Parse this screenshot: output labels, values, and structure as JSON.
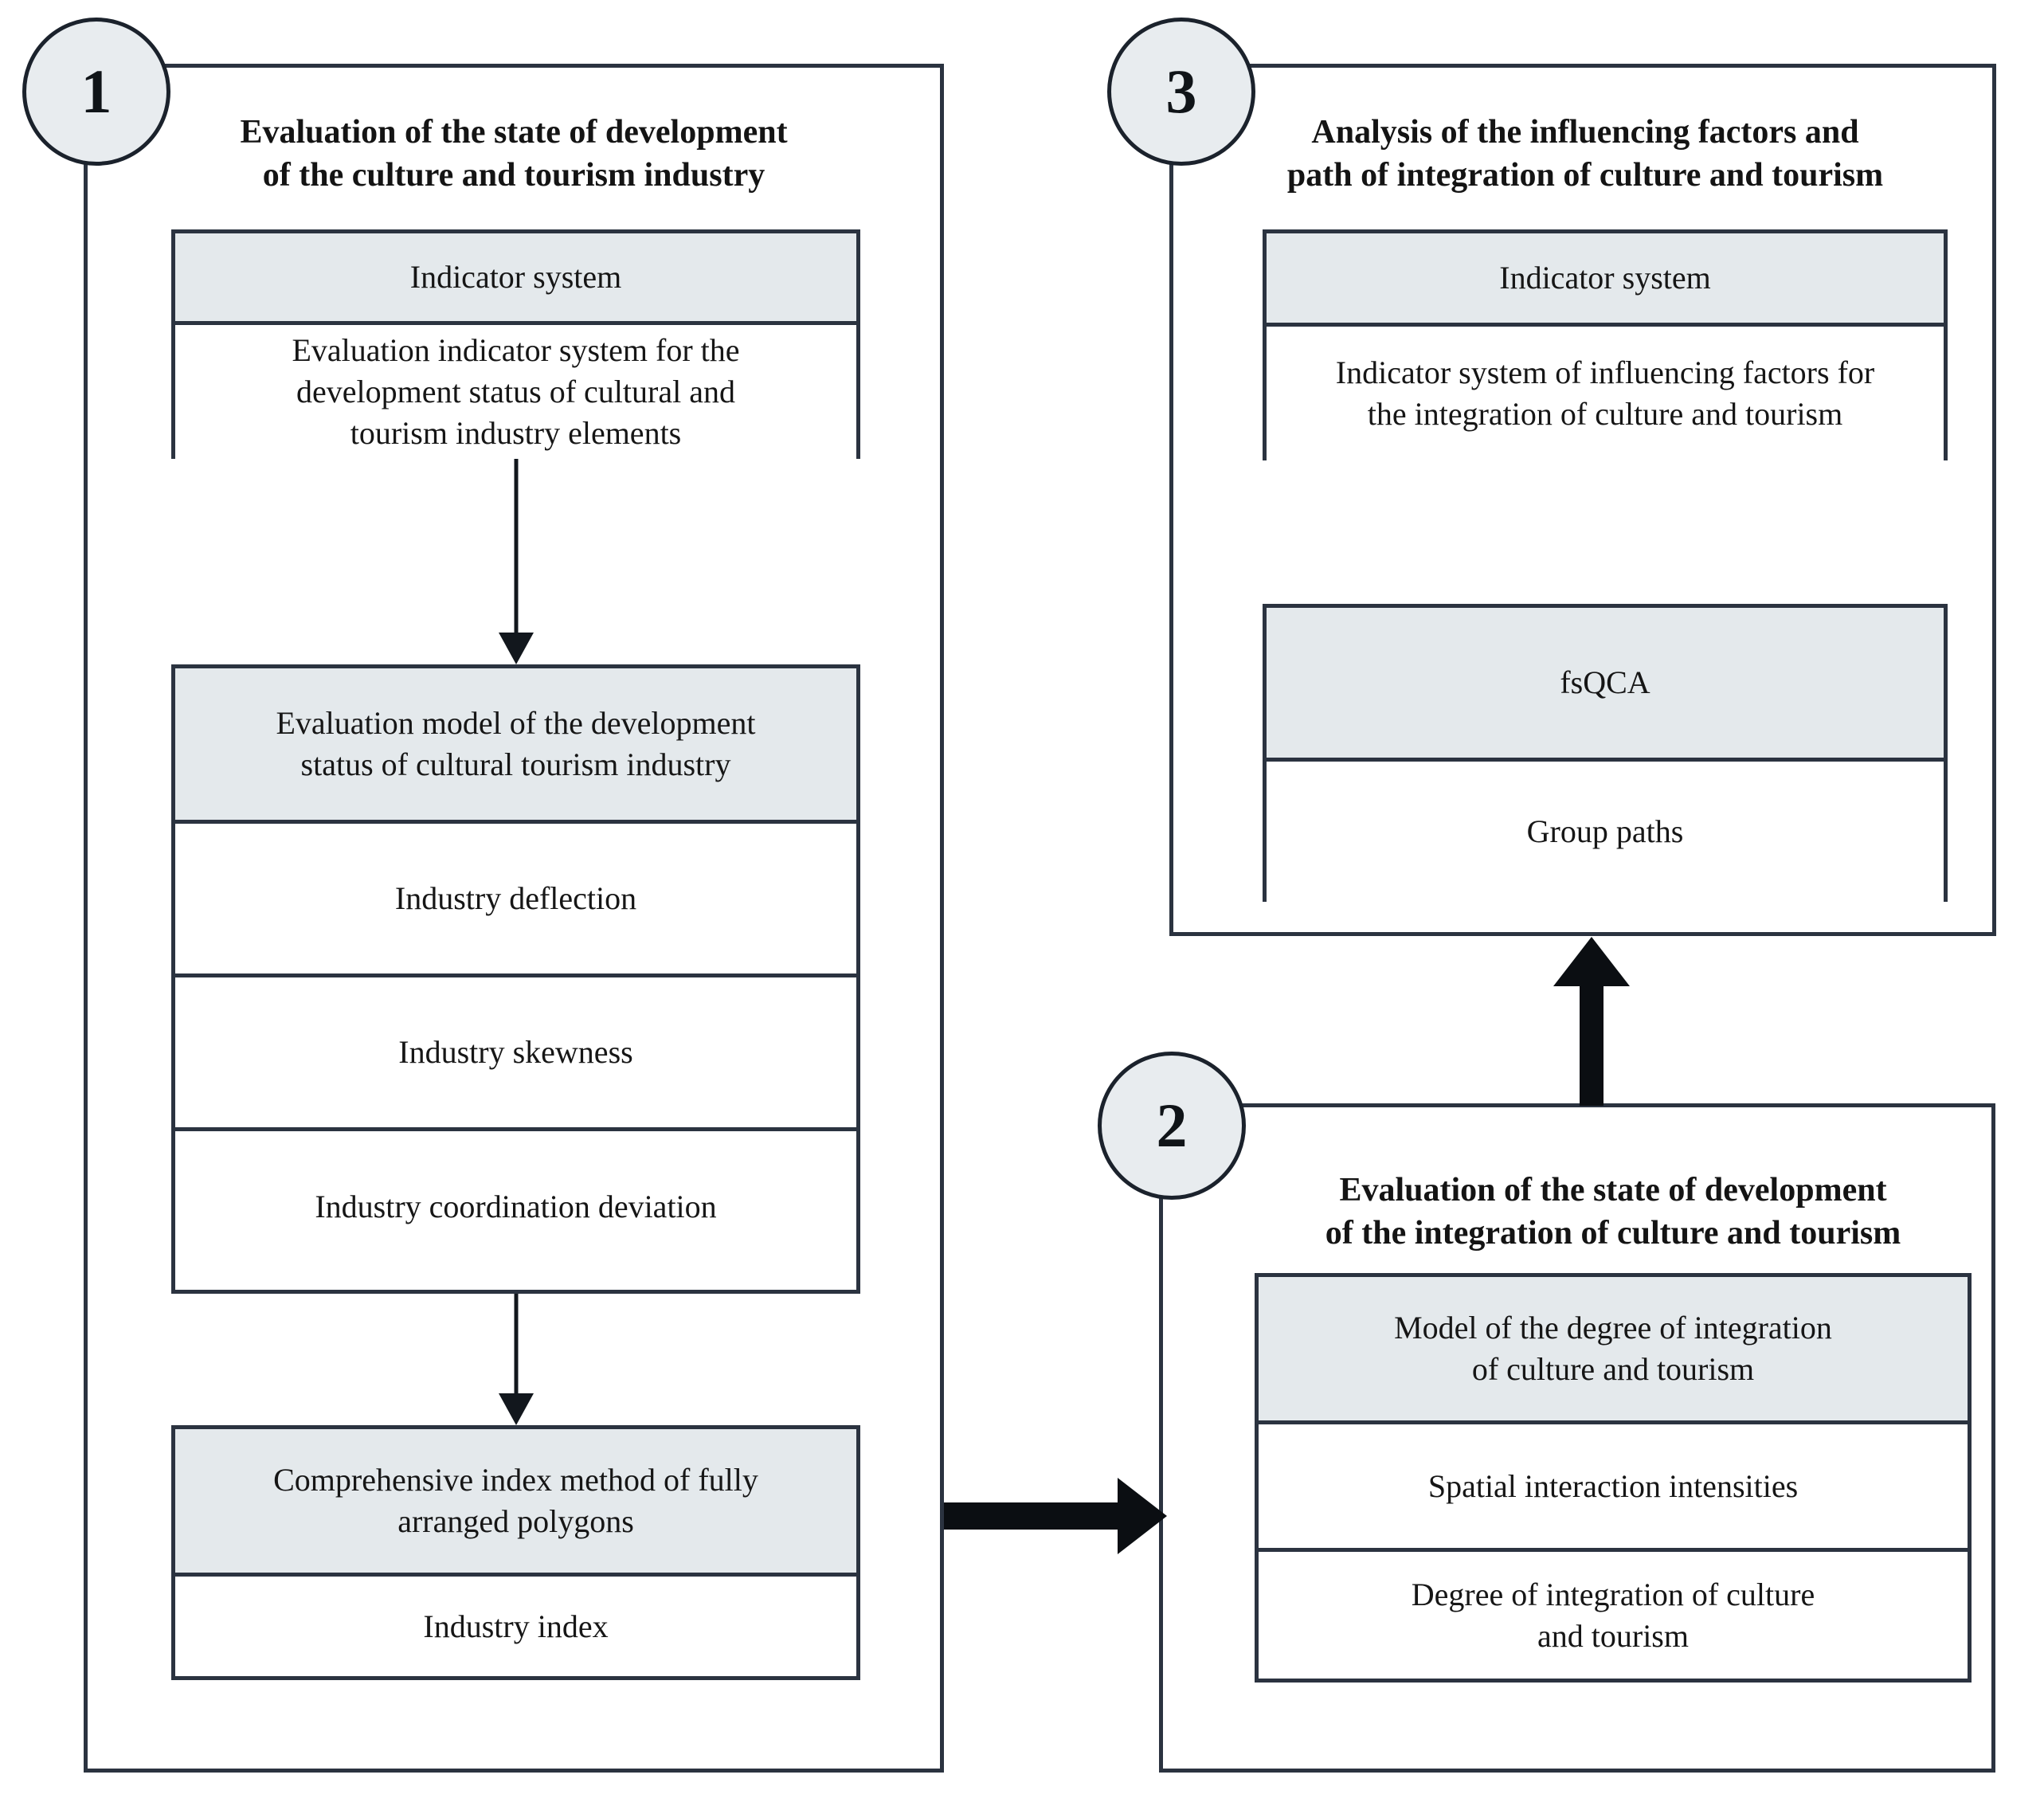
{
  "figure": {
    "type": "flowchart",
    "background": "#ffffff",
    "line_color": "#2b3340",
    "shaded_fill": "#e4e9ec",
    "circle_fill": "#e8ecef",
    "arrow_color": "#0b0e12"
  },
  "panels": [
    {
      "id": "panel-1",
      "step_number": "1",
      "title": "Evaluation of the state of development\nof the culture and tourism industry",
      "groups": [
        {
          "id": "group-1-1",
          "cells": [
            {
              "label": "Indicator system",
              "shaded": true
            },
            {
              "label": "Evaluation indicator system for the\ndevelopment status of cultural and\ntourism industry elements",
              "shaded": false
            }
          ]
        },
        {
          "id": "group-1-2",
          "cells": [
            {
              "label": "Evaluation model of the development\nstatus of cultural tourism industry",
              "shaded": true
            },
            {
              "label": "Industry deflection",
              "shaded": false
            },
            {
              "label": "Industry skewness",
              "shaded": false
            },
            {
              "label": "Industry coordination deviation",
              "shaded": false
            }
          ]
        },
        {
          "id": "group-1-3",
          "cells": [
            {
              "label": "Comprehensive index method of fully\narranged polygons",
              "shaded": true
            },
            {
              "label": "Industry index",
              "shaded": false
            }
          ]
        }
      ]
    },
    {
      "id": "panel-2",
      "step_number": "2",
      "title": "Evaluation of the state of development\nof  the integration of culture and tourism",
      "groups": [
        {
          "id": "group-2-1",
          "cells": [
            {
              "label": "Model of the degree of integration\nof culture and tourism",
              "shaded": true
            },
            {
              "label": "Spatial interaction intensities",
              "shaded": false
            },
            {
              "label": "Degree of integration of culture\nand tourism",
              "shaded": false
            }
          ]
        }
      ]
    },
    {
      "id": "panel-3",
      "step_number": "3",
      "title": "Analysis of the influencing factors and\npath of integration of culture and tourism",
      "groups": [
        {
          "id": "group-3-1",
          "cells": [
            {
              "label": "Indicator system",
              "shaded": true
            },
            {
              "label": "Indicator system of influencing factors for\nthe integration of culture and tourism",
              "shaded": false
            }
          ]
        },
        {
          "id": "group-3-2",
          "cells": [
            {
              "label": "fsQCA",
              "shaded": true
            },
            {
              "label": "Group paths",
              "shaded": false
            }
          ]
        }
      ]
    }
  ],
  "connectors": [
    {
      "id": "arrow-panel1-to-panel2",
      "direction": "right",
      "from": "panel-1",
      "to": "panel-2"
    },
    {
      "id": "arrow-panel2-to-panel3",
      "direction": "up",
      "from": "panel-2",
      "to": "panel-3"
    },
    {
      "id": "arrow-indicator-to-model",
      "direction": "down",
      "from": "group-1-1",
      "to": "group-1-2"
    },
    {
      "id": "arrow-model-to-polygon",
      "direction": "down",
      "from": "group-1-2",
      "to": "group-1-3"
    }
  ]
}
